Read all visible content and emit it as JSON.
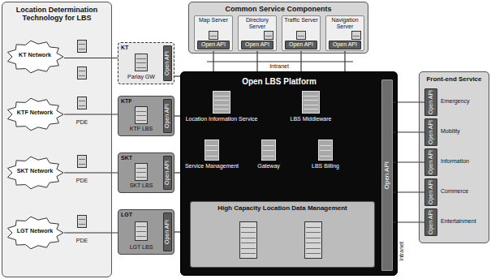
{
  "diagram": {
    "nodes": [
      {
        "text": [
          "Location Determination Technology for LBS"
        ]
      },
      {
        "text": [
          "KT Network"
        ],
        "in": 0
      },
      {
        "text": [
          "KTF Network"
        ],
        "in": 0
      },
      {
        "text": [
          "SKT Network"
        ],
        "in": 0
      },
      {
        "text": [
          "LGT Network"
        ],
        "in": 0
      },
      {
        "text": [
          "KT",
          "Parlay GW"
        ]
      },
      {
        "text": [
          "Open API"
        ],
        "in": 5
      },
      {
        "text": [
          "KTF",
          "KTF LBS"
        ]
      },
      {
        "text": [
          "Open API"
        ],
        "in": 7
      },
      {
        "text": [
          "SKT",
          "SKT LBS"
        ]
      },
      {
        "text": [
          "Open API"
        ],
        "in": 9
      },
      {
        "text": [
          "LGT",
          "LGT LBS"
        ]
      },
      {
        "text": [
          "Open API"
        ],
        "in": 11
      },
      {
        "text": [
          "Common Service Components"
        ]
      },
      {
        "text": [
          "Map Server"
        ],
        "in": 13
      },
      {
        "text": [
          "Open API"
        ],
        "in": 14
      },
      {
        "text": [
          "Directory Server"
        ],
        "in": 13
      },
      {
        "text": [
          "Open API"
        ],
        "in": 16
      },
      {
        "text": [
          "Traffic Server"
        ],
        "in": 13
      },
      {
        "text": [
          "Open API"
        ],
        "in": 18
      },
      {
        "text": [
          "Navigation Server"
        ],
        "in": 13
      },
      {
        "text": [
          "Open API"
        ],
        "in": 20
      },
      {
        "text": [
          "Open LBS Platform"
        ]
      },
      {
        "text": [
          "High Capacity Location Data Management"
        ],
        "in": 22
      },
      {
        "text": [
          "Open API"
        ],
        "in": 22
      },
      {
        "text": [
          "Front-end Service"
        ]
      },
      {
        "text": [
          "Open API"
        ],
        "in": 25
      },
      {
        "text": [
          "Open API"
        ],
        "in": 25
      },
      {
        "text": [
          "Open API"
        ],
        "in": 25
      },
      {
        "text": [
          "Open API"
        ],
        "in": 25
      },
      {
        "text": [
          "Open API"
        ],
        "in": 25
      }
    ],
    "edges": [
      {
        "from": 1,
        "to": 5,
        "arrow": "none"
      },
      {
        "from": 2,
        "to": 7,
        "arrow": "none"
      },
      {
        "from": 3,
        "to": 9,
        "arrow": "none"
      },
      {
        "from": 4,
        "to": 11,
        "arrow": "none"
      },
      {
        "from": 6,
        "to": 22,
        "arrow": "none"
      },
      {
        "from": 8,
        "to": 22,
        "arrow": "none"
      },
      {
        "from": 10,
        "to": 22,
        "arrow": "none"
      },
      {
        "from": 12,
        "to": 22,
        "arrow": "none"
      },
      {
        "from": 15,
        "to": 22,
        "arrow": "none"
      },
      {
        "from": 17,
        "to": 22,
        "arrow": "none"
      },
      {
        "from": 19,
        "to": 22,
        "arrow": "none"
      },
      {
        "from": 21,
        "to": 22,
        "arrow": "none"
      },
      {
        "from": 24,
        "to": 26,
        "arrow": "none"
      },
      {
        "from": 24,
        "to": 27,
        "arrow": "none"
      },
      {
        "from": 24,
        "to": 28,
        "arrow": "none"
      },
      {
        "from": 24,
        "to": 29,
        "arrow": "none"
      },
      {
        "from": 24,
        "to": 30,
        "arrow": "none"
      }
    ],
    "labels": [
      "PDE",
      "PDE",
      "PDE",
      "Intranet",
      "Location Information Service",
      "LBS Middleware",
      "Service Management",
      "Gateway",
      "LBS Billing",
      "Intranet",
      "Emergency",
      "Mobility",
      "Information",
      "Commerce",
      "Entertainment"
    ]
  }
}
